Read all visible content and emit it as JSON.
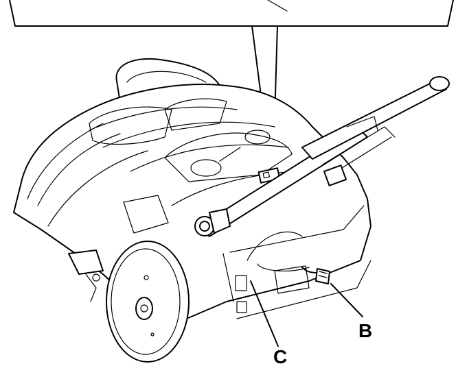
{
  "callouts": {
    "b": {
      "label": "B",
      "part": "plug-connector"
    },
    "c": {
      "label": "C",
      "part": "side-housing-panel"
    }
  },
  "colors": {
    "line": "#000000",
    "background": "#ffffff"
  }
}
